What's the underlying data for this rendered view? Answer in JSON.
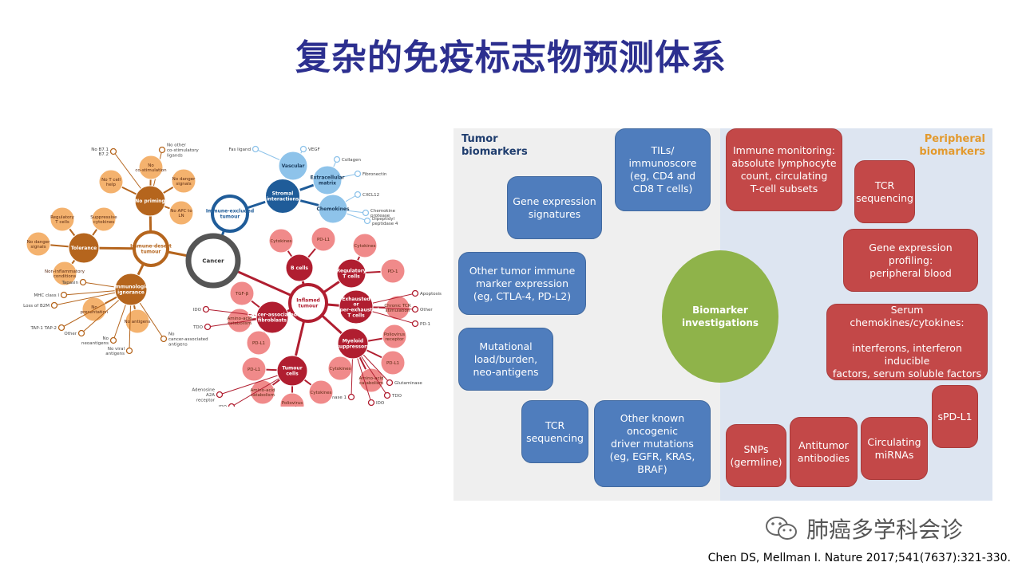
{
  "title": "复杂的免疫标志物预测体系",
  "left_diagram": {
    "nodes": [
      {
        "id": "cancer",
        "label": "Cancer"
      },
      {
        "id": "stromal",
        "label": "Stromal interactions"
      },
      {
        "id": "excluded",
        "label": "Immune-excluded tumour"
      },
      {
        "id": "desert",
        "label": "Immune-desert tumour"
      },
      {
        "id": "inflamed",
        "label": "Inflamed tumour"
      },
      {
        "id": "nopriming",
        "label": "No priming"
      },
      {
        "id": "tolerance",
        "label": "Tolerance"
      },
      {
        "id": "ignorance",
        "label": "Immunologic ignorance"
      },
      {
        "id": "vascular",
        "label": "Vascular"
      },
      {
        "id": "ecm",
        "label": "Extracellular matrix"
      },
      {
        "id": "chemokines",
        "label": "Chemokines"
      },
      {
        "id": "bcells",
        "label": "B cells"
      },
      {
        "id": "treg",
        "label": "Regulatory T cells"
      },
      {
        "id": "exhausted",
        "label": "Exhausted or hyper-exhausted T cells"
      },
      {
        "id": "myeloid",
        "label": "Myeloid suppressors"
      },
      {
        "id": "tumourcells",
        "label": "Tumour cells"
      },
      {
        "id": "caf",
        "label": "Cancer-associated fibroblasts"
      }
    ],
    "leaves": [
      {
        "label": "Fas ligand"
      },
      {
        "label": "VEGF"
      },
      {
        "label": "Collagen"
      },
      {
        "label": "Fibronectin"
      },
      {
        "label": "CXCL12"
      },
      {
        "label": "Chemokine protease"
      },
      {
        "label": "Dipeptidyl peptidase 4"
      },
      {
        "label": "No B7.1 B7.2"
      },
      {
        "label": "No other co-stimulatory ligands"
      },
      {
        "label": "No co-stimulation"
      },
      {
        "label": "No T cell help"
      },
      {
        "label": "No danger signals"
      },
      {
        "label": "No APC to LN"
      },
      {
        "label": "Regulatory T cells"
      },
      {
        "label": "Suppressive cytokines"
      },
      {
        "label": "No danger signals"
      },
      {
        "label": "Non-inflammatory conditions"
      },
      {
        "label": "No presentation"
      },
      {
        "label": "No antigens"
      },
      {
        "label": "MHC class I"
      },
      {
        "label": "Loss of B2M"
      },
      {
        "label": "TAP-1 TAP-2"
      },
      {
        "label": "Other"
      },
      {
        "label": "Tapasin"
      },
      {
        "label": "No neoantigens"
      },
      {
        "label": "No viral antigens"
      },
      {
        "label": "No cancer-associated antigens"
      },
      {
        "label": "Cytokines"
      },
      {
        "label": "PD-L1"
      },
      {
        "label": "Cytokines"
      },
      {
        "label": "PD-1"
      },
      {
        "label": "Chronic TCR stimulation"
      },
      {
        "label": "Apoptosis"
      },
      {
        "label": "Other"
      },
      {
        "label": "PD-1"
      },
      {
        "label": "Poliovirus receptor"
      },
      {
        "label": "PD-L1"
      },
      {
        "label": "Cytokines"
      },
      {
        "label": "Amino-acid catabolism"
      },
      {
        "label": "Glutaminase"
      },
      {
        "label": "TDO"
      },
      {
        "label": "IDO"
      },
      {
        "label": "Arginase 1"
      },
      {
        "label": "Cytokines"
      },
      {
        "label": "Poliovirus receptor"
      },
      {
        "label": "Amino-acid catabolism"
      },
      {
        "label": "PD-L1"
      },
      {
        "label": "TDO"
      },
      {
        "label": "IDO"
      },
      {
        "label": "Adenosine A2A receptor"
      },
      {
        "label": "TGF-β"
      },
      {
        "label": "Amino-acid catabolism"
      },
      {
        "label": "PD-L1"
      },
      {
        "label": "IDO"
      },
      {
        "label": "TDO"
      }
    ]
  },
  "right_diagram": {
    "tumor_label": "Tumor\nbiomarkers",
    "peripheral_label": "Peripheral\nbiomarkers",
    "center": "Biomarker\ninvestigations",
    "tumor_boxes": [
      "TILs/\nimmunoscore\n(eg, CD4  and\nCD8 T cells)",
      "Gene expression\nsignatures",
      "Other tumor immune\nmarker expression\n(eg, CTLA-4,  PD-L2)",
      "Mutational\nload/burden,\nneo-antigens",
      "TCR\nsequencing",
      "Other known\noncogenic\ndriver  mutations\n(eg, EGFR,  KRAS,\nBRAF)"
    ],
    "peripheral_boxes": [
      "Immune monitoring:\nabsolute lymphocyte\ncount, circulating\nT-cell subsets",
      "TCR\nsequencing",
      "Gene expression profiling:\nperipheral  blood",
      "Serum chemokines/cytokines:\n\ninterferons,  interferon inducible\nfactors,  serum soluble factors",
      "sPD-L1",
      "SNPs\n(germline)",
      "Antitumor\nantibodies",
      "Circulating\nmiRNAs"
    ]
  },
  "watermark": "肺癌多学科会诊",
  "citation": "Chen DS, Mellman I. Nature 2017;541(7637):321-330.",
  "colors": {
    "title": "#2c2f8f",
    "tumor_box": "#4f7dbd",
    "peripheral_box": "#c34848",
    "center_oval": "#8fb34a",
    "peripheral_label": "#e39a2e",
    "desert_branch": "#b5651d",
    "excluded_branch": "#1f5c99",
    "inflamed_branch": "#b01e30"
  }
}
